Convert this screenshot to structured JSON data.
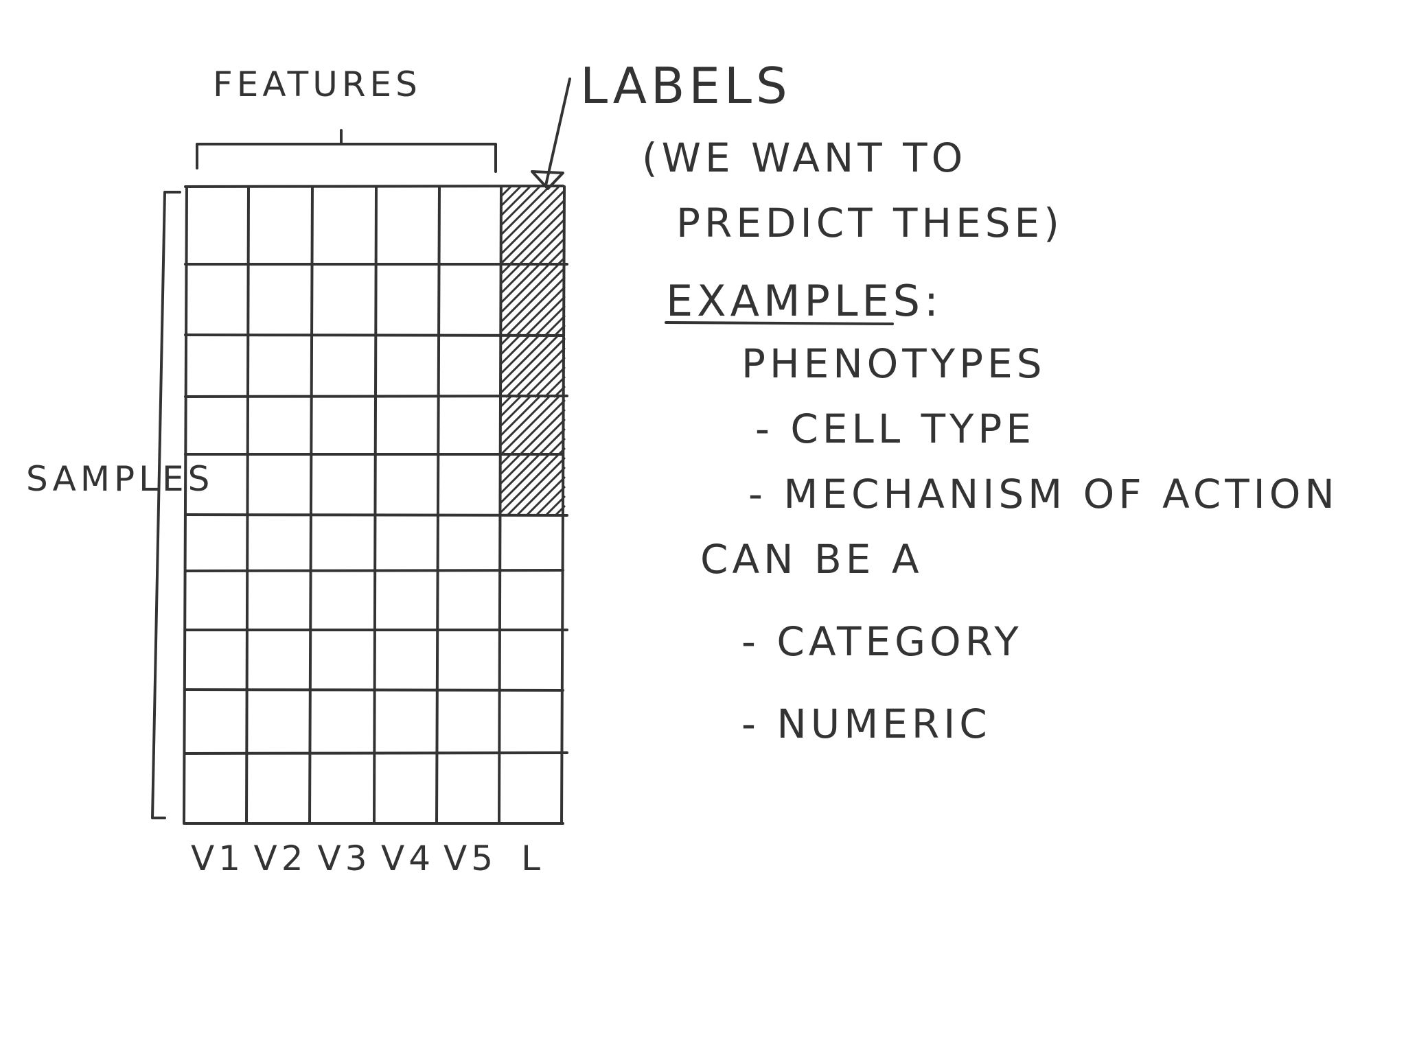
{
  "diagram": {
    "features_label": "FEATURES",
    "labels_label": "LABELS",
    "labels_note_line1": "(WE WANT TO",
    "labels_note_line2": "PREDICT THESE)",
    "samples_label": "SAMPLES",
    "columns": [
      "V1",
      "V2",
      "V3",
      "V4",
      "V5",
      "L"
    ],
    "row_count": 10,
    "labeled_rows": 5,
    "examples_heading": "EXAMPLES:",
    "phenotypes": "PHENOTYPES",
    "phenotype_items": [
      "- CELL TYPE",
      "- MECHANISM OF ACTION"
    ],
    "can_be_text": "CAN BE A",
    "label_types": [
      "- CATEGORY",
      "- NUMERIC"
    ]
  }
}
